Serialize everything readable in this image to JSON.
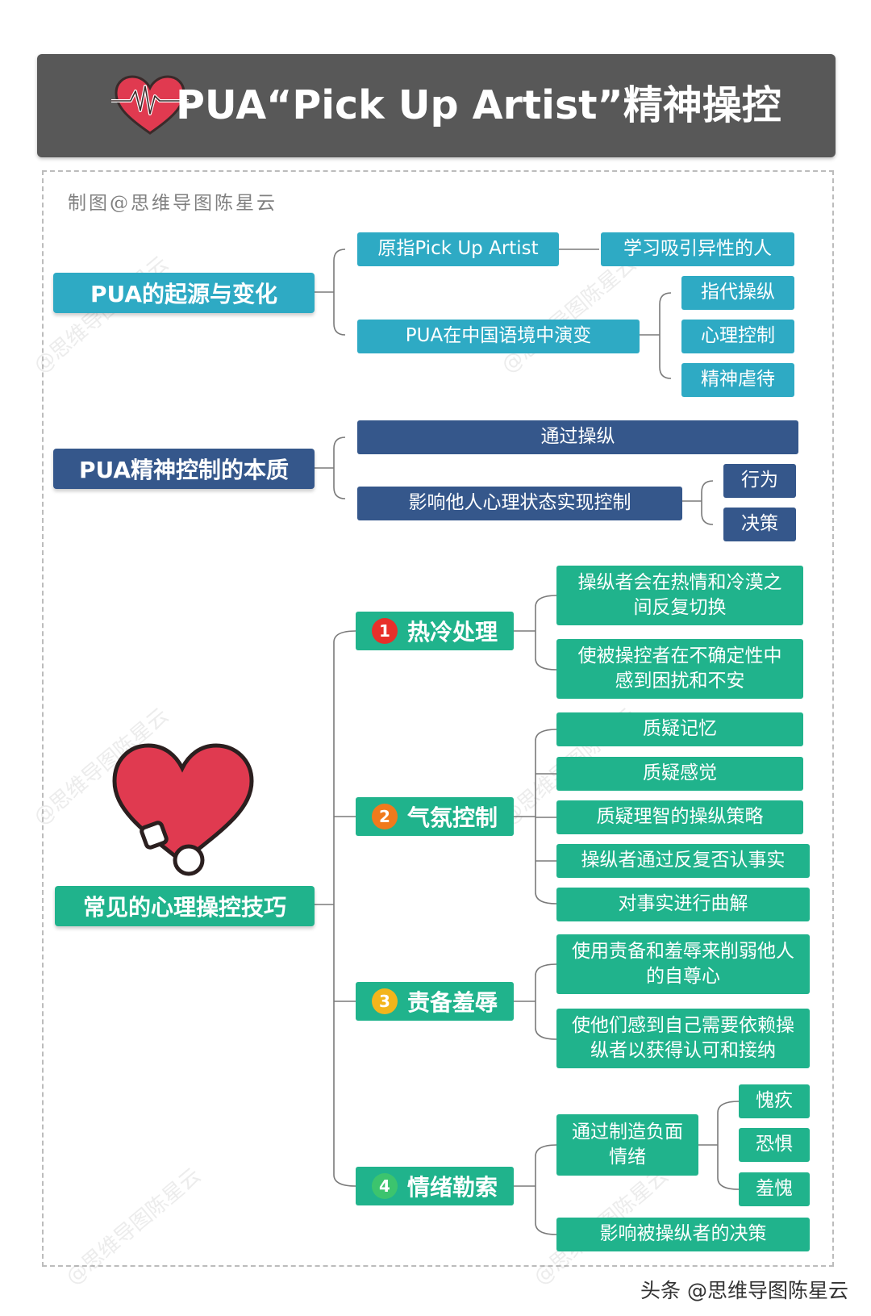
{
  "header": {
    "title": "PUA“Pick Up Artist”精神操控",
    "icon": "heartbeat-heart-icon"
  },
  "credit": "制图@思维导图陈星云",
  "watermark": "@思维导图陈星云",
  "footer_watermark": "头条 @思维导图陈星云",
  "colors": {
    "header_bg": "#585858",
    "branch1": "#2eaac4",
    "branch2": "#35578b",
    "branch3": "#20b38c",
    "heart": "#e03a50"
  },
  "branch1": {
    "root": "PUA的起源与变化",
    "child1": "原指Pick Up Artist",
    "child1_leaf": "学习吸引异性的人",
    "child2": "PUA在中国语境中演变",
    "child2_leaves": [
      "指代操纵",
      "心理控制",
      "精神虐待"
    ]
  },
  "branch2": {
    "root": "PUA精神控制的本质",
    "child1": "通过操纵",
    "child2": "影响他人心理状态实现控制",
    "child2_leaves": [
      "行为",
      "决策"
    ]
  },
  "branch3": {
    "root": "常见的心理操控技巧",
    "heart_icon": "heart-icon",
    "techniques": [
      {
        "num": "1",
        "badge_color": "#e8302a",
        "label": "热冷处理",
        "leaves": [
          "操纵者会在热情和冷漠之间反复切换",
          "使被操控者在不确定性中感到困扰和不安"
        ]
      },
      {
        "num": "2",
        "badge_color": "#f07a1c",
        "label": "气氛控制",
        "leaves": [
          "质疑记忆",
          "质疑感觉",
          "质疑理智的操纵策略",
          "操纵者通过反复否认事实",
          "对事实进行曲解"
        ]
      },
      {
        "num": "3",
        "badge_color": "#f3b51b",
        "label": "责备羞辱",
        "leaves": [
          "使用责备和羞辱来削弱他人的自尊心",
          "使他们感到自己需要依赖操纵者以获得认可和接纳"
        ]
      },
      {
        "num": "4",
        "badge_color": "#3cc46e",
        "label": "情绪勒索",
        "mid": "通过制造负面情绪",
        "mid_leaves": [
          "愧疚",
          "恐惧",
          "羞愧"
        ],
        "leaf2": "影响被操纵者的决策"
      }
    ]
  }
}
